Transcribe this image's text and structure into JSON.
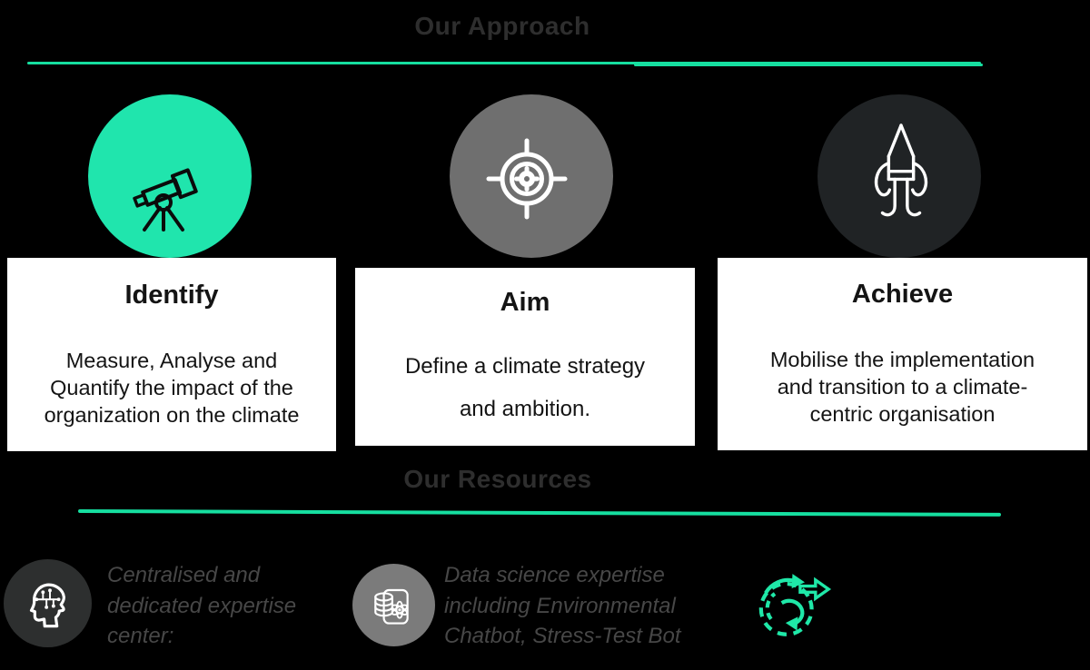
{
  "colors": {
    "background": "#000000",
    "accent_teal_line": "#16dfa0",
    "teal_circle": "#20e5ad",
    "gray_circle": "#6f6f6f",
    "dark_circle": "#202325",
    "resource_dark_circle": "#2d2f2f",
    "resource_gray_circle": "#7b7b7b",
    "cycle_icon_teal": "#1fe8a8",
    "heading_text": "#2e2e2e",
    "card_background": "#ffffff",
    "card_text": "#141414",
    "resource_text": "#474747"
  },
  "approach": {
    "title": "Our Approach",
    "steps": [
      {
        "icon": "telescope-icon",
        "title": "Identify",
        "lines": [
          "Measure, Analyse and",
          "Quantify the impact of the",
          "organization on the climate"
        ]
      },
      {
        "icon": "target-icon",
        "title": "Aim",
        "lines": [
          "Define a climate strategy",
          "and ambition."
        ]
      },
      {
        "icon": "rocket-icon",
        "title": "Achieve",
        "lines": [
          "Mobilise the implementation",
          "and transition to a climate-",
          "centric organisation"
        ]
      }
    ]
  },
  "resources": {
    "title": "Our Resources",
    "items": [
      {
        "icon": "ai-head-icon",
        "lines": [
          "Centralised and",
          "dedicated expertise",
          "center:"
        ]
      },
      {
        "icon": "data-science-icon",
        "lines": [
          "Data science expertise",
          "including Environmental",
          "Chatbot, Stress-Test Bot"
        ]
      },
      {
        "icon": "process-cycle-icon",
        "lines": []
      }
    ]
  }
}
